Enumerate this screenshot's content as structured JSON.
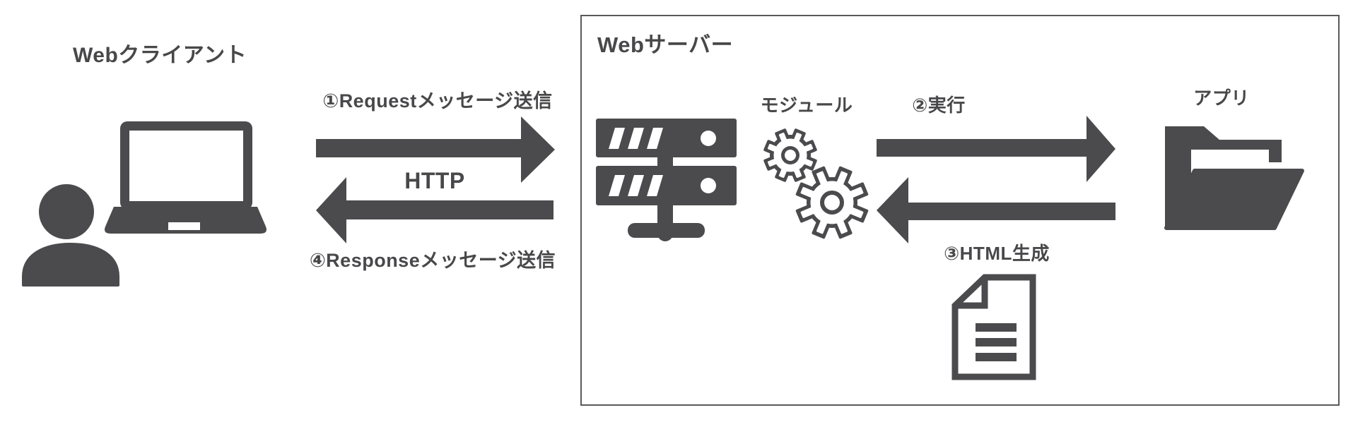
{
  "colors": {
    "icon": "#4b4b4e",
    "text": "#48484a",
    "box_border": "#5a5a5c",
    "background": "#ffffff"
  },
  "client": {
    "title": "Webクライアント"
  },
  "flow": {
    "request_label": "①Requestメッセージ送信",
    "protocol_label": "HTTP",
    "response_label": "④Responseメッセージ送信"
  },
  "server": {
    "title": "Webサーバー",
    "module_label": "モジュール",
    "execute_label": "②実行",
    "app_label": "アプリ",
    "html_generate_label": "③HTML生成"
  },
  "icons": {
    "user": "user-silhouette-icon",
    "laptop": "laptop-icon",
    "server_rack": "server-rack-icon",
    "module_gears": "gears-icon",
    "app_folder": "open-folder-icon",
    "html_document": "document-icon"
  }
}
